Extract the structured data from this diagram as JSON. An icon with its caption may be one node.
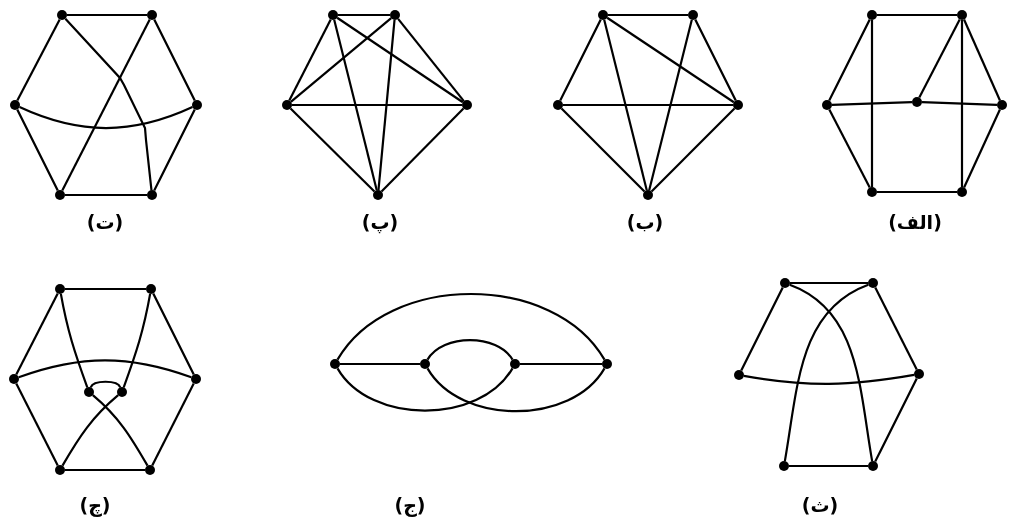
{
  "diagram": {
    "nodes": [
      {
        "text": [],
        "shape": "circle"
      },
      {
        "text": [],
        "shape": "circle"
      },
      {
        "text": [],
        "shape": "circle"
      },
      {
        "text": [],
        "shape": "circle"
      },
      {
        "text": [],
        "shape": "circle"
      },
      {
        "text": [],
        "shape": "circle"
      },
      {
        "text": [],
        "shape": "circle"
      },
      {
        "text": [],
        "shape": "circle"
      },
      {
        "text": [],
        "shape": "circle"
      },
      {
        "text": [],
        "shape": "circle"
      },
      {
        "text": [],
        "shape": "circle"
      },
      {
        "text": [],
        "shape": "circle"
      },
      {
        "text": [],
        "shape": "circle"
      },
      {
        "text": [],
        "shape": "circle"
      },
      {
        "text": [],
        "shape": "circle"
      },
      {
        "text": [],
        "shape": "circle"
      },
      {
        "text": [],
        "shape": "circle"
      },
      {
        "text": [],
        "shape": "circle"
      },
      {
        "text": [],
        "shape": "circle"
      },
      {
        "text": [],
        "shape": "circle"
      },
      {
        "text": [],
        "shape": "circle"
      },
      {
        "text": [],
        "shape": "circle"
      },
      {
        "text": [],
        "shape": "circle"
      },
      {
        "text": [],
        "shape": "circle"
      },
      {
        "text": [],
        "shape": "circle"
      },
      {
        "text": [],
        "shape": "circle"
      },
      {
        "text": [],
        "shape": "circle"
      },
      {
        "text": [],
        "shape": "circle"
      },
      {
        "text": [],
        "shape": "circle"
      },
      {
        "text": [],
        "shape": "circle"
      },
      {
        "text": [],
        "shape": "circle"
      },
      {
        "text": [],
        "shape": "circle"
      },
      {
        "text": [],
        "shape": "circle"
      },
      {
        "text": [],
        "shape": "circle"
      },
      {
        "text": [],
        "shape": "circle"
      },
      {
        "text": [],
        "shape": "circle"
      },
      {
        "text": [],
        "shape": "circle"
      },
      {
        "text": [],
        "shape": "circle"
      },
      {
        "text": [],
        "shape": "circle"
      },
      {
        "text": [],
        "shape": "circle"
      },
      {
        "text": [],
        "shape": "circle"
      }
    ],
    "edges": [
      {
        "from": 0,
        "to": 1,
        "arrow": "none"
      },
      {
        "from": 0,
        "to": 2,
        "arrow": "none"
      },
      {
        "from": 2,
        "to": 4,
        "arrow": "none"
      },
      {
        "from": 4,
        "to": 5,
        "arrow": "none"
      },
      {
        "from": 5,
        "to": 3,
        "arrow": "none"
      },
      {
        "from": 3,
        "to": 1,
        "arrow": "none"
      },
      {
        "from": 1,
        "to": 4,
        "arrow": "none"
      },
      {
        "from": 0,
        "to": 5,
        "arrow": "none"
      },
      {
        "from": 2,
        "to": 3,
        "arrow": "none"
      },
      {
        "from": 6,
        "to": 7,
        "arrow": "none"
      },
      {
        "from": 6,
        "to": 8,
        "arrow": "none"
      },
      {
        "from": 6,
        "to": 9,
        "arrow": "none"
      },
      {
        "from": 6,
        "to": 10,
        "arrow": "none"
      },
      {
        "from": 7,
        "to": 8,
        "arrow": "none"
      },
      {
        "from": 7,
        "to": 9,
        "arrow": "none"
      },
      {
        "from": 7,
        "to": 10,
        "arrow": "none"
      },
      {
        "from": 8,
        "to": 9,
        "arrow": "none"
      },
      {
        "from": 8,
        "to": 10,
        "arrow": "none"
      },
      {
        "from": 9,
        "to": 10,
        "arrow": "none"
      },
      {
        "from": 11,
        "to": 12,
        "arrow": "none"
      },
      {
        "from": 11,
        "to": 13,
        "arrow": "none"
      },
      {
        "from": 11,
        "to": 14,
        "arrow": "none"
      },
      {
        "from": 11,
        "to": 15,
        "arrow": "none"
      },
      {
        "from": 12,
        "to": 14,
        "arrow": "none"
      },
      {
        "from": 12,
        "to": 15,
        "arrow": "none"
      },
      {
        "from": 13,
        "to": 14,
        "arrow": "none"
      },
      {
        "from": 13,
        "to": 15,
        "arrow": "none"
      },
      {
        "from": 14,
        "to": 15,
        "arrow": "none"
      },
      {
        "from": 16,
        "to": 17,
        "arrow": "none"
      },
      {
        "from": 16,
        "to": 18,
        "arrow": "none"
      },
      {
        "from": 16,
        "to": 21,
        "arrow": "none"
      },
      {
        "from": 18,
        "to": 21,
        "arrow": "none"
      },
      {
        "from": 21,
        "to": 22,
        "arrow": "none"
      },
      {
        "from": 17,
        "to": 22,
        "arrow": "none"
      },
      {
        "from": 17,
        "to": 20,
        "arrow": "none"
      },
      {
        "from": 20,
        "to": 22,
        "arrow": "none"
      },
      {
        "from": 17,
        "to": 19,
        "arrow": "none"
      },
      {
        "from": 18,
        "to": 19,
        "arrow": "none"
      },
      {
        "from": 19,
        "to": 20,
        "arrow": "none"
      },
      {
        "from": 23,
        "to": 24,
        "arrow": "none"
      },
      {
        "from": 23,
        "to": 25,
        "arrow": "none"
      },
      {
        "from": 24,
        "to": 28,
        "arrow": "none"
      },
      {
        "from": 25,
        "to": 29,
        "arrow": "none"
      },
      {
        "from": 28,
        "to": 30,
        "arrow": "none"
      },
      {
        "from": 29,
        "to": 30,
        "arrow": "none"
      },
      {
        "from": 25,
        "to": 28,
        "arrow": "none"
      },
      {
        "from": 23,
        "to": 26,
        "arrow": "none"
      },
      {
        "from": 24,
        "to": 27,
        "arrow": "none"
      },
      {
        "from": 26,
        "to": 27,
        "arrow": "none"
      },
      {
        "from": 26,
        "to": 30,
        "arrow": "none"
      },
      {
        "from": 27,
        "to": 29,
        "arrow": "none"
      },
      {
        "from": 31,
        "to": 32,
        "arrow": "none"
      },
      {
        "from": 33,
        "to": 34,
        "arrow": "none"
      },
      {
        "from": 31,
        "to": 34,
        "arrow": "none"
      },
      {
        "from": 32,
        "to": 33,
        "arrow": "none"
      },
      {
        "from": 32,
        "to": 34,
        "arrow": "none"
      },
      {
        "from": 33,
        "to": 31,
        "arrow": "none"
      },
      {
        "from": 35,
        "to": 36,
        "arrow": "none"
      },
      {
        "from": 35,
        "to": 37,
        "arrow": "none"
      },
      {
        "from": 36,
        "to": 38,
        "arrow": "none"
      },
      {
        "from": 38,
        "to": 40,
        "arrow": "none"
      },
      {
        "from": 39,
        "to": 40,
        "arrow": "none"
      },
      {
        "from": 37,
        "to": 38,
        "arrow": "none"
      },
      {
        "from": 35,
        "to": 40,
        "arrow": "none"
      },
      {
        "from": 36,
        "to": 39,
        "arrow": "none"
      }
    ],
    "labels": [
      "(ت)",
      "(پ)",
      "(ب)",
      "(الف)",
      "(چ)",
      "(ج)",
      "(ث)"
    ]
  }
}
